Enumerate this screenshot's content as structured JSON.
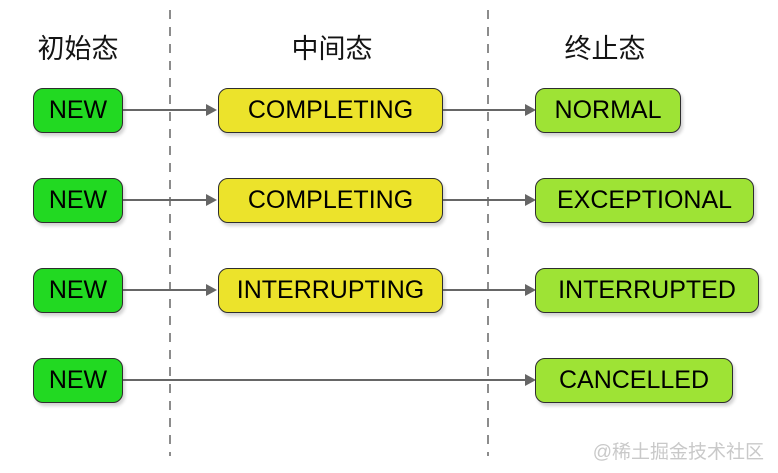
{
  "diagram": {
    "description": "FutureTask state transition diagram",
    "columns": [
      {
        "label": "初始态"
      },
      {
        "label": "中间态"
      },
      {
        "label": "终止态"
      }
    ],
    "rows": [
      {
        "initial": "NEW",
        "intermediate": "COMPLETING",
        "terminal": "NORMAL"
      },
      {
        "initial": "NEW",
        "intermediate": "COMPLETING",
        "terminal": "EXCEPTIONAL"
      },
      {
        "initial": "NEW",
        "intermediate": "INTERRUPTING",
        "terminal": "INTERRUPTED"
      },
      {
        "initial": "NEW",
        "intermediate": null,
        "terminal": "CANCELLED"
      }
    ],
    "colors": {
      "initial_box": "#22d922",
      "intermediate_box": "#ece32b",
      "terminal_box": "#9ee335",
      "box_border": "#2e2e2e",
      "arrow": "#666666",
      "divider": "#8c8c8c",
      "watermark_text": "#c9c9c9"
    },
    "watermark": "@稀土掘金技术社区"
  }
}
